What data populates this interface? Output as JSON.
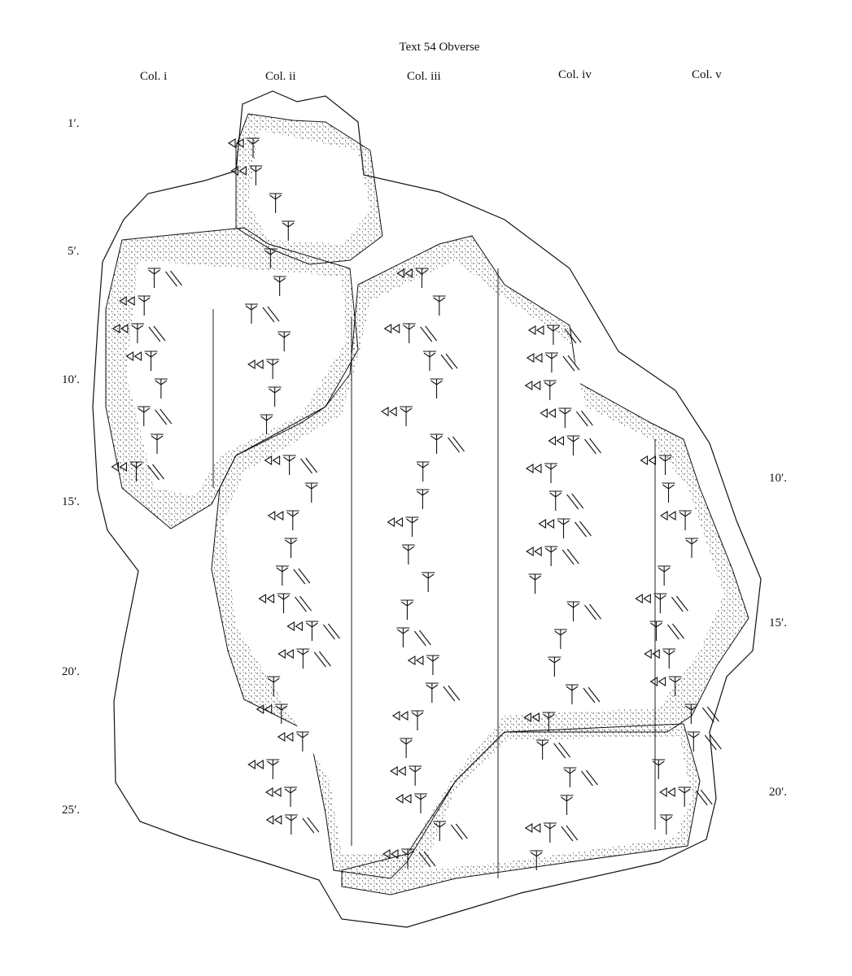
{
  "title": "Text 54 Obverse",
  "columns": [
    "Col. i",
    "Col. ii",
    "Col. iii",
    "Col. iv",
    "Col. v"
  ],
  "left_line_numbers": [
    "1′.",
    "5′.",
    "10′.",
    "15′.",
    "20′.",
    "25′."
  ],
  "right_line_numbers": [
    "10′.",
    "15′.",
    "20′."
  ]
}
